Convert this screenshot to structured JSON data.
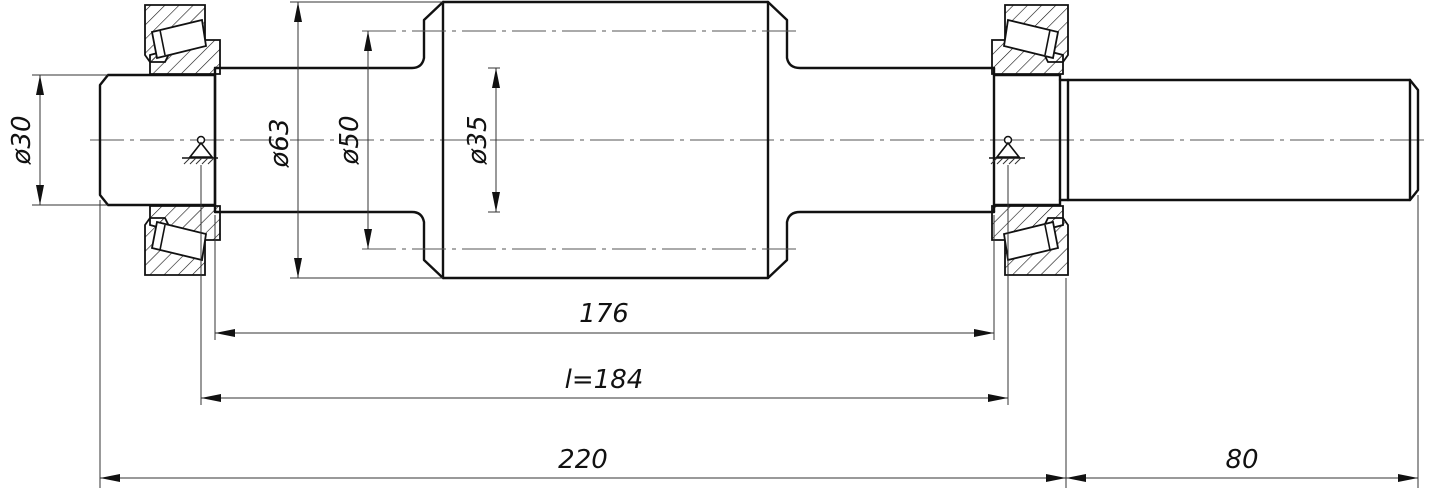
{
  "dimensions": {
    "d_shaft_end": "ø30",
    "d_journal": "ø63",
    "d_section": "ø50",
    "d_bore": "ø35",
    "len_176": "176",
    "len_184": "l=184",
    "len_220": "220",
    "len_80": "80"
  }
}
